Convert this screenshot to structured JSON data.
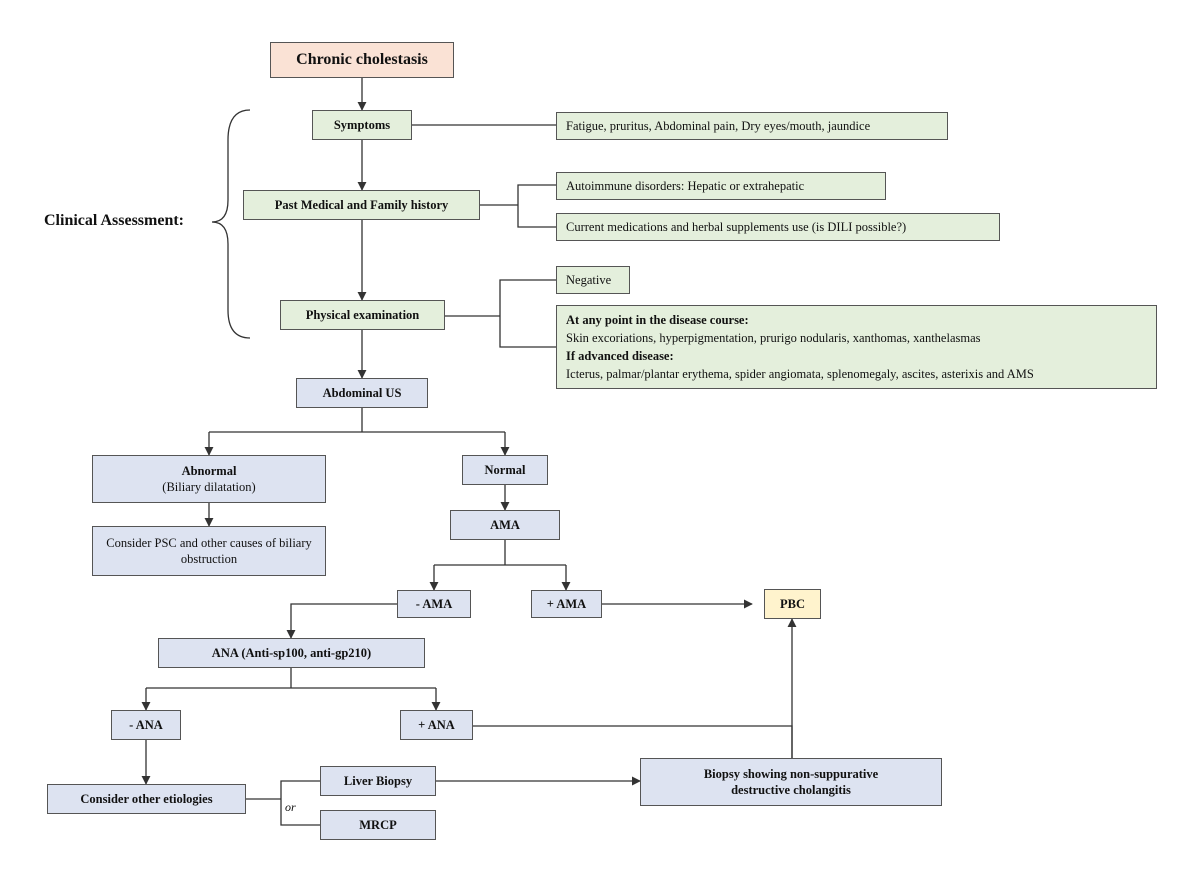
{
  "nodes": {
    "chronic_cholestasis": "Chronic cholestasis",
    "symptoms": "Symptoms",
    "symptoms_detail": "Fatigue, pruritus, Abdominal pain, Dry eyes/mouth, jaundice",
    "past_history": "Past Medical and Family history",
    "autoimmune": "Autoimmune disorders: Hepatic or extrahepatic",
    "medications": "Current medications and herbal supplements use (is DILI possible?)",
    "physical_exam": "Physical examination",
    "negative": "Negative",
    "exam_detail": {
      "heading1": "At any point in the disease course:",
      "line1": "Skin excoriations, hyperpigmentation, prurigo nodularis,  xanthomas, xanthelasmas",
      "heading2": "If advanced disease:",
      "line2": "Icterus,  palmar/plantar erythema, spider angiomata, splenomegaly, ascites, asterixis and AMS"
    },
    "abdominal_us": "Abdominal US",
    "abnormal_title": "Abnormal",
    "abnormal_sub": "(Biliary dilatation)",
    "consider_psc": "Consider PSC and other causes of biliary obstruction",
    "normal": "Normal",
    "ama": "AMA",
    "neg_ama": "- AMA",
    "pos_ama": "+ AMA",
    "pbc": "PBC",
    "ana": "ANA (Anti-sp100, anti-gp210)",
    "neg_ana": "- ANA",
    "pos_ana": "+ ANA",
    "consider_other": "Consider other etiologies",
    "liver_biopsy": "Liver Biopsy",
    "mrcp": "MRCP",
    "biopsy_result": "Biopsy  showing non-suppurative destructive cholangitis"
  },
  "labels": {
    "clinical_assessment": "Clinical Assessment:",
    "or": "or"
  },
  "colors": {
    "green_fill": "#e4efdc",
    "blue_fill": "#dde3f1",
    "pink_fill": "#fae2d5",
    "yellow_fill": "#fff3cd",
    "line": "#333333"
  }
}
